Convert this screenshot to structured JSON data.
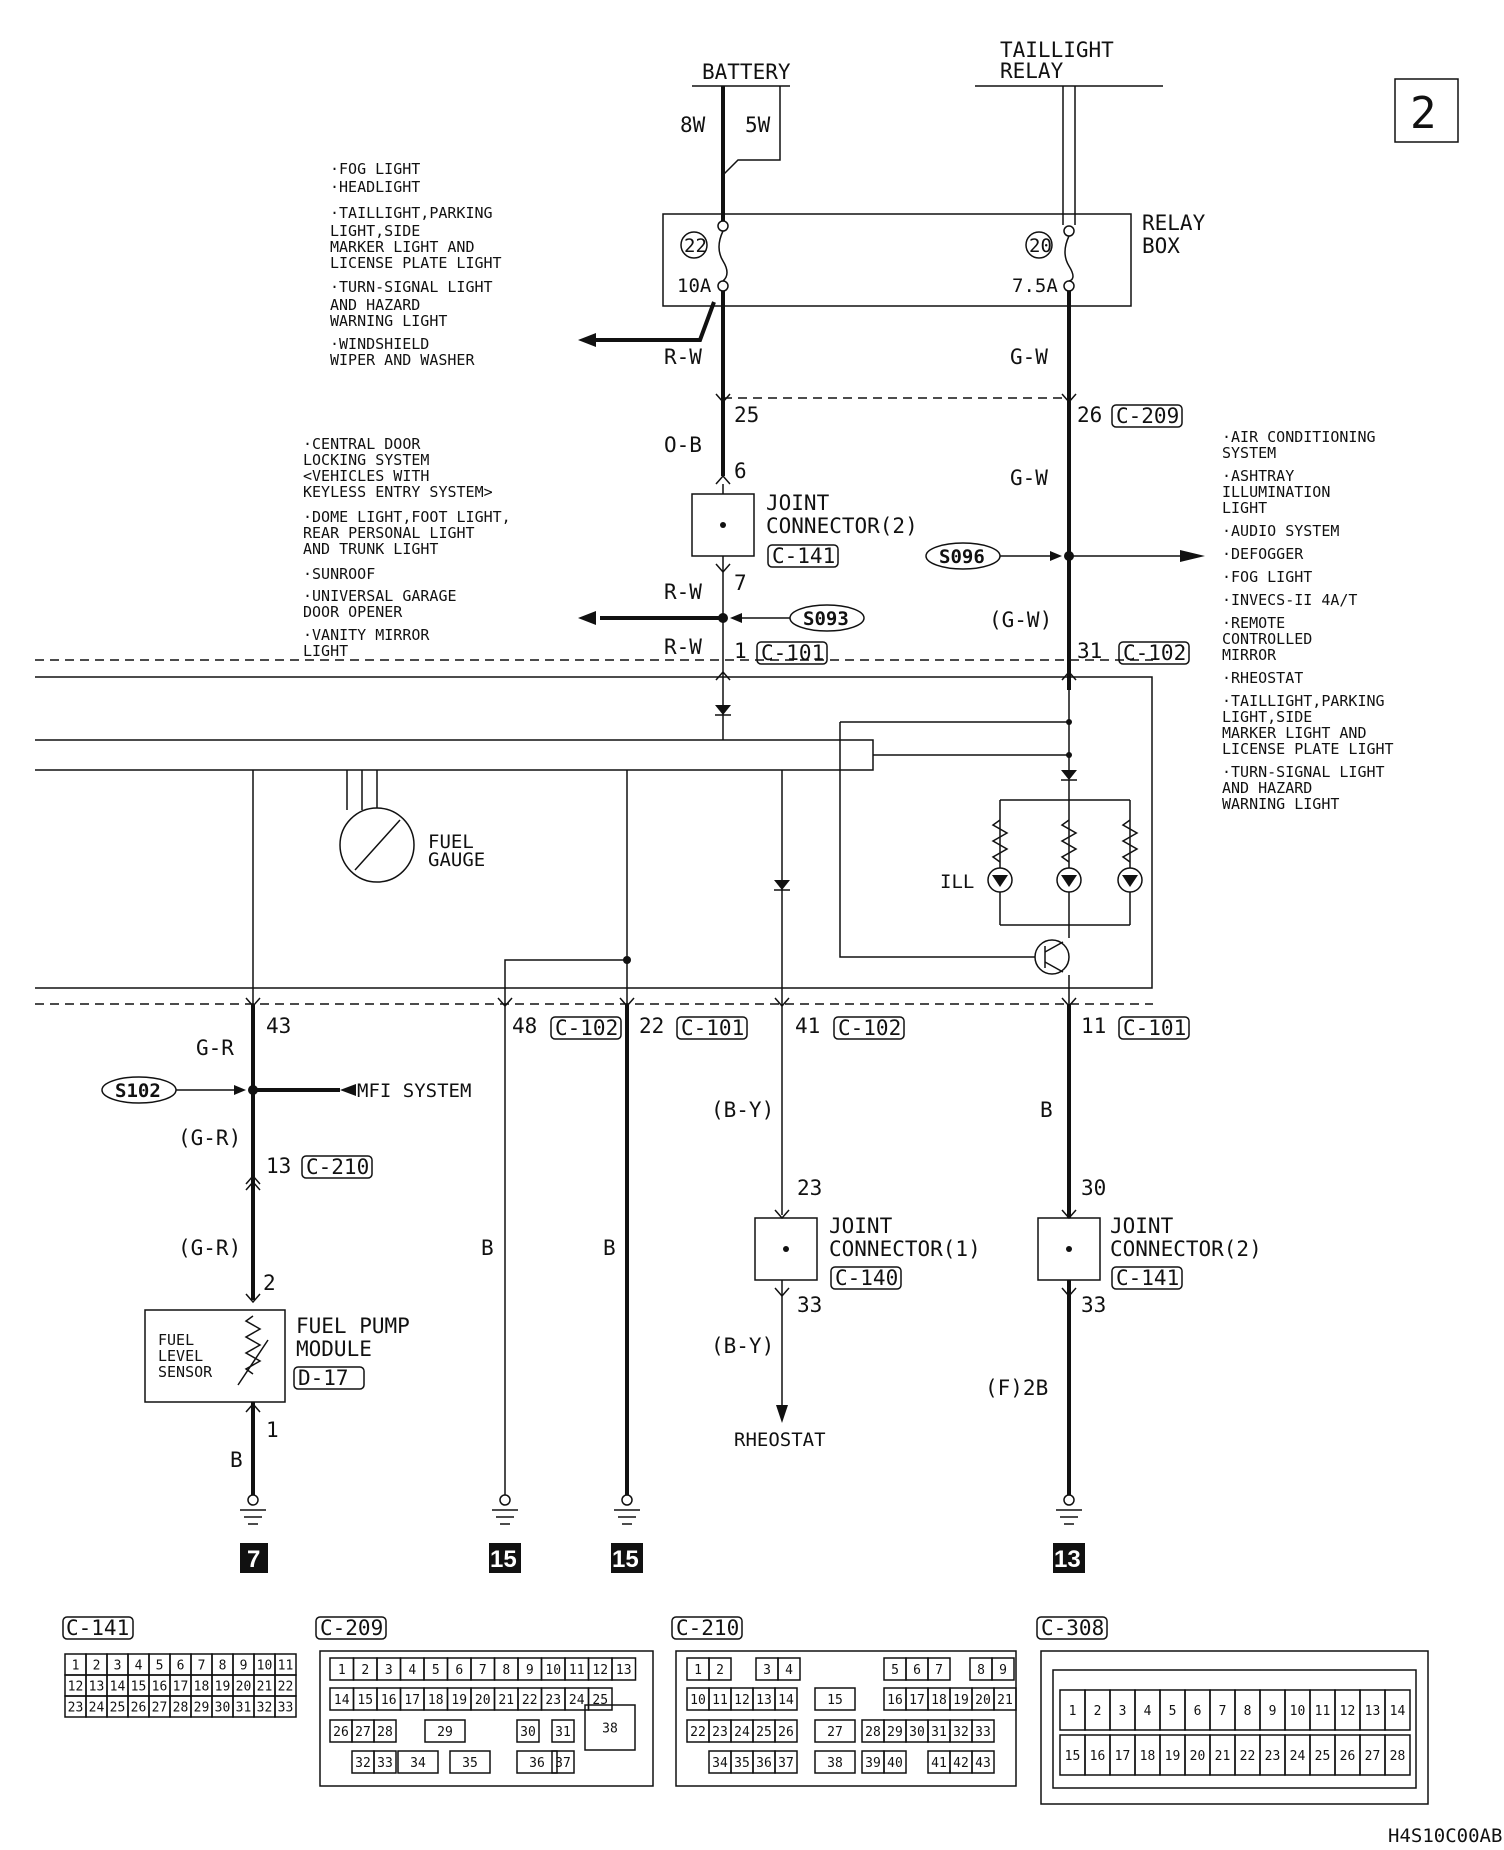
{
  "page_number": "2",
  "drawing_code": "H4S10C00AB",
  "sources": {
    "battery": "BATTERY",
    "taillight_relay_1": "TAILLIGHT",
    "taillight_relay_2": "RELAY"
  },
  "relay_box": {
    "label_1": "RELAY",
    "label_2": "BOX",
    "fuse_left_no": "22",
    "fuse_left_amp": "10A",
    "fuse_right_no": "20",
    "fuse_right_amp": "7.5A"
  },
  "wires": {
    "battery_8w": "8W",
    "battery_5w": "5W",
    "rw_1": "R-W",
    "gw_1": "G-W",
    "ob": "O-B",
    "gw_2": "G-W",
    "rw_2": "R-W",
    "rw_3": "R-W",
    "gw_paren": "(G-W)",
    "gr": "G-R",
    "gr_paren_1": "(G-R)",
    "gr_paren_2": "(G-R)",
    "b_left": "B",
    "b_mid_1": "B",
    "b_mid_2": "B",
    "by_1": "(B-Y)",
    "by_2": "(B-Y)",
    "b_right": "B",
    "f2b": "(F)2B"
  },
  "pins": {
    "p25": "25",
    "p26": "26",
    "p6": "6",
    "p7": "7",
    "p1": "1",
    "p31": "31",
    "p43": "43",
    "p48": "48",
    "p22": "22",
    "p41": "41",
    "p11": "11",
    "p13": "13",
    "p2": "2",
    "p1b": "1",
    "p23": "23",
    "p33a": "33",
    "p30": "30",
    "p33b": "33"
  },
  "connectors": {
    "c209": "C-209",
    "c141a": "C-141",
    "c101a": "C-101",
    "c102a": "C-102",
    "c102b": "C-102",
    "c101b": "C-101",
    "c102c": "C-102",
    "c101c": "C-101",
    "c210": "C-210",
    "d17": "D-17",
    "c140": "C-140",
    "c141b": "C-141"
  },
  "splices": {
    "s096": "S096",
    "s093": "S093",
    "s102": "S102"
  },
  "joint_connectors": {
    "jc2_top_1": "JOINT",
    "jc2_top_2": "CONNECTOR(2)",
    "jc1_1": "JOINT",
    "jc1_2": "CONNECTOR(1)",
    "jc2_bot_1": "JOINT",
    "jc2_bot_2": "CONNECTOR(2)"
  },
  "components": {
    "fuel_gauge_1": "FUEL",
    "fuel_gauge_2": "GAUGE",
    "ill": "ILL",
    "fuel_pump_1": "FUEL PUMP",
    "fuel_pump_2": "MODULE",
    "sensor_1": "FUEL",
    "sensor_2": "LEVEL",
    "sensor_3": "SENSOR",
    "rheostat": "RHEOSTAT",
    "mfi": "MFI SYSTEM"
  },
  "grounds": {
    "g7": "7",
    "g15a": "15",
    "g15b": "15",
    "g13": "13"
  },
  "list_top_left": [
    "·FOG LIGHT",
    "·HEADLIGHT",
    "·TAILLIGHT,PARKING",
    " LIGHT,SIDE",
    " MARKER LIGHT AND",
    " LICENSE PLATE LIGHT",
    "·TURN-SIGNAL LIGHT",
    " AND HAZARD",
    " WARNING LIGHT",
    "·WINDSHIELD",
    " WIPER AND WASHER"
  ],
  "list_mid_left": [
    "·CENTRAL DOOR",
    " LOCKING SYSTEM",
    " <VEHICLES WITH",
    "  KEYLESS ENTRY SYSTEM>",
    "·DOME LIGHT,FOOT LIGHT,",
    " REAR PERSONAL LIGHT",
    " AND TRUNK LIGHT",
    "·SUNROOF",
    "·UNIVERSAL GARAGE",
    " DOOR OPENER",
    "·VANITY MIRROR",
    " LIGHT"
  ],
  "list_right": [
    "·AIR CONDITIONING",
    " SYSTEM",
    "·ASHTRAY",
    " ILLUMINATION",
    " LIGHT",
    "·AUDIO SYSTEM",
    "·DEFOGGER",
    "·FOG LIGHT",
    "·INVECS-II 4A/T",
    "·REMOTE",
    " CONTROLLED",
    " MIRROR",
    "·RHEOSTAT",
    "·TAILLIGHT,PARKING",
    " LIGHT,SIDE",
    " MARKER LIGHT AND",
    " LICENSE PLATE LIGHT",
    "·TURN-SIGNAL LIGHT",
    " AND HAZARD",
    " WARNING LIGHT"
  ],
  "connector_views": {
    "c141": {
      "label": "C-141",
      "rows": [
        [
          "1",
          "2",
          "3",
          "4",
          "5",
          "6",
          "7",
          "8",
          "9",
          "10",
          "11"
        ],
        [
          "12",
          "13",
          "14",
          "15",
          "16",
          "17",
          "18",
          "19",
          "20",
          "21",
          "22"
        ],
        [
          "23",
          "24",
          "25",
          "26",
          "27",
          "28",
          "29",
          "30",
          "31",
          "32",
          "33"
        ]
      ]
    },
    "c209": {
      "label": "C-209",
      "row1": [
        "1",
        "2",
        "3",
        "4",
        "5",
        "6",
        "7",
        "8",
        "9",
        "10",
        "11",
        "12",
        "13"
      ],
      "row2": [
        "14",
        "15",
        "16",
        "17",
        "18",
        "19",
        "20",
        "21",
        "22",
        "23",
        "24",
        "25"
      ],
      "row3": [
        "26",
        "27",
        "28",
        "29",
        "30",
        "31"
      ],
      "row4": [
        "32",
        "33",
        "34",
        "35",
        "36",
        "37"
      ],
      "big": "38"
    },
    "c210": {
      "label": "C-210",
      "row1": [
        "1",
        "2",
        "3",
        "4",
        "5",
        "6",
        "7",
        "8",
        "9"
      ],
      "row2": [
        "10",
        "11",
        "12",
        "13",
        "14",
        "15",
        "16",
        "17",
        "18",
        "19",
        "20",
        "21"
      ],
      "row3": [
        "22",
        "23",
        "24",
        "25",
        "26",
        "27",
        "28",
        "29",
        "30",
        "31",
        "32",
        "33"
      ],
      "row4": [
        "34",
        "35",
        "36",
        "37",
        "38",
        "39",
        "40",
        "41",
        "42",
        "43"
      ]
    },
    "c308": {
      "label": "C-308",
      "row1": [
        "1",
        "2",
        "3",
        "4",
        "5",
        "6",
        "7",
        "8",
        "9",
        "10",
        "11",
        "12",
        "13",
        "14"
      ],
      "row2": [
        "15",
        "16",
        "17",
        "18",
        "19",
        "20",
        "21",
        "22",
        "23",
        "24",
        "25",
        "26",
        "27",
        "28"
      ]
    }
  }
}
